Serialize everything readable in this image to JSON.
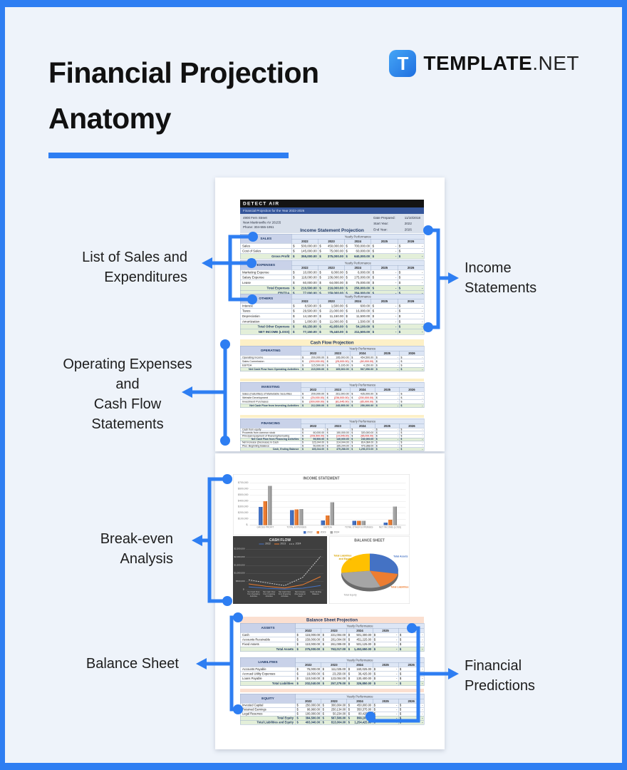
{
  "page": {
    "title_line1": "Financial Projection",
    "title_line2": "Anatomy",
    "brand": {
      "icon_letter": "T",
      "name_bold": "TEMPLATE",
      "name_light": ".NET"
    },
    "accent_color": "#2e7ef2"
  },
  "callouts": {
    "sales": {
      "lines": [
        "List of Sales and",
        "Expenditures"
      ]
    },
    "operating": {
      "lines": [
        "Operating Expenses",
        "and",
        "Cash Flow",
        "Statements"
      ]
    },
    "breakeven": {
      "lines": [
        "Break-even",
        "Analysis"
      ]
    },
    "balance": {
      "lines": [
        "Balance Sheet"
      ]
    },
    "income": {
      "lines": [
        "Income",
        "Statements"
      ]
    },
    "predictions": {
      "lines": [
        "Financial",
        "Predictions"
      ]
    }
  },
  "sheet": {
    "company": "DETECT AIR",
    "subtitle": "Financial Projection for the Year 2022-2026",
    "address_lines": [
      "4900 Fern Street",
      "New Martinsville AV 26155",
      "Phone: 304-555-1951"
    ],
    "meta_labels": [
      "Date Prepared:",
      "Start Year:",
      "End Year:"
    ],
    "meta_values": [
      "11/10/2018",
      "2022",
      "2026"
    ],
    "yearly_performance_label": "Yearly Performance",
    "years": [
      "2022",
      "2023",
      "2024",
      "2025",
      "2026"
    ],
    "income_title": "Income Statement Projection",
    "income_tables": [
      {
        "section": "SALES",
        "rows": [
          {
            "label": "Sales",
            "type": "data",
            "values": [
              "500,000.00",
              "450,000.00",
              "700,000.00",
              "-",
              "-"
            ]
          },
          {
            "label": "Cost of Sales",
            "type": "data",
            "values": [
              "145,000.00",
              "75,000.00",
              "60,000.00",
              "-",
              "-"
            ]
          },
          {
            "label": "Gross Profit",
            "type": "total",
            "values": [
              "355,000.00",
              "375,000.00",
              "640,000.00",
              "-",
              "-"
            ]
          }
        ]
      },
      {
        "section": "EXPENSES",
        "rows": [
          {
            "label": "Marketing Expense",
            "type": "data",
            "values": [
              "10,000.00",
              "6,000.00",
              "6,000.00",
              "-",
              "-"
            ]
          },
          {
            "label": "Salary Expense",
            "type": "data",
            "values": [
              "118,000.00",
              "136,000.00",
              "175,000.00",
              "-",
              "-"
            ]
          },
          {
            "label": "Lease",
            "type": "data",
            "values": [
              "60,000.00",
              "64,000.00",
              "75,000.00",
              "-",
              "-"
            ]
          },
          {
            "label": "Total Expenses",
            "type": "total",
            "values": [
              "210,500.00",
              "216,000.00",
              "256,000.00",
              "-",
              "-"
            ]
          },
          {
            "label": "EBITDA",
            "type": "total",
            "values": [
              "77,000.00",
              "159,000.00",
              "384,000.00",
              "-",
              "-"
            ]
          }
        ]
      },
      {
        "section": "OTHERS",
        "rows": [
          {
            "label": "Interest",
            "type": "data",
            "values": [
              "8,500.00",
              "1,500.00",
              "600.00",
              "-",
              "-"
            ]
          },
          {
            "label": "Taxes",
            "type": "data",
            "values": [
              "29,500.00",
              "21,000.00",
              "16,000.00",
              "-",
              "-"
            ]
          },
          {
            "label": "Depreciation",
            "type": "data",
            "values": [
              "14,150.00",
              "11,150.00",
              "11,500.00",
              "-",
              "-"
            ]
          },
          {
            "label": "Amortization",
            "type": "data",
            "values": [
              "1,000.00",
              "11,000.00",
              "1,500.00",
              "-",
              "-"
            ]
          },
          {
            "label": "Total Other Expenses",
            "type": "total",
            "values": [
              "60,150.00",
              "41,650.00",
              "54,100.00",
              "-",
              "-"
            ]
          },
          {
            "label": "NET INCOME (LOSS)",
            "type": "total",
            "values": [
              "77,150.00",
              "75,440.00",
              "211,500.00",
              "-",
              "-"
            ]
          }
        ]
      }
    ],
    "cashflow_title": "Cash Flow Projection",
    "cashflow_tables": [
      {
        "section": "OPERATING",
        "rows": [
          {
            "label": "Operating Income",
            "type": "data",
            "values": [
              "200,000.00",
              "195,000.00",
              "454,500.00",
              "-",
              "-"
            ]
          },
          {
            "label": "Sales Commission",
            "type": "data",
            "values": [
              "(200,000.00)",
              "(25,000.00)",
              "(60,000.00)",
              "-",
              "-"
            ]
          },
          {
            "label": "EBITDA",
            "type": "data",
            "values": [
              "115,500.00",
              "5,195.00",
              "4,150.00",
              "-",
              "-"
            ]
          },
          {
            "label": "Net Cash Flow from Operating Activities",
            "type": "total",
            "values": [
              "215,500.00",
              "165,060.00",
              "567,056.00",
              "-",
              "-"
            ]
          }
        ]
      },
      {
        "section": "INVESTING",
        "rows": [
          {
            "label": "Sales (maturities) of Marketable Securities",
            "type": "data",
            "values": [
              "209,000.00",
              "261,000.00",
              "435,000.00",
              "-",
              "-"
            ]
          },
          {
            "label": "Website Development",
            "type": "data",
            "values": [
              "(25,000.00)",
              "(236,000.00)",
              "(200,000.00)",
              "-",
              "-"
            ]
          },
          {
            "label": "Investment Purchases",
            "type": "data",
            "values": [
              "(200,000.00)",
              "(81,045.00)",
              "(85,000.00)",
              "-",
              "-"
            ]
          },
          {
            "label": "Net Cash Flow from Investing Activities",
            "type": "total",
            "values": [
              "212,500.00",
              "245,955.00",
              "250,000.00",
              "-",
              "-"
            ]
          }
        ]
      },
      {
        "section": "FINANCING",
        "rows": [
          {
            "label": "Cash from equity",
            "type": "data",
            "values": [
              "-",
              "-",
              "-",
              "-",
              "-"
            ]
          },
          {
            "label": "Proceeds from common stock",
            "type": "data",
            "values": [
              "60,000.00",
              "150,000.00",
              "320,000.00",
              "-",
              "-"
            ]
          },
          {
            "label": "Principal repayment of financing/borrowing",
            "type": "data",
            "values": [
              "(209,500.00)",
              "(14,045.00)",
              "(85,000.00)",
              "-",
              "-"
            ]
          },
          {
            "label": "Net Cash Flow from Financing Activities",
            "type": "total",
            "values": [
              "59,500.00",
              "140,000.00",
              "240,000.00",
              "-",
              "-"
            ]
          },
          {
            "label": "Net Increase (Decrease) in Cash",
            "type": "data",
            "values": [
              "115,244.00",
              "314,044.00",
              "814,084.00",
              "-",
              "-"
            ]
          },
          {
            "label": "Plus: Beginning Balance",
            "type": "data",
            "values": [
              "50,000.00",
              "165,244.00",
              "479,288.00",
              "-",
              "-"
            ]
          },
          {
            "label": "Cash, Ending Balance",
            "type": "total",
            "values": [
              "165,244.00",
              "479,288.00",
              "1,293,372.00",
              "-",
              "-"
            ]
          }
        ]
      }
    ],
    "balance_title": "Balance Sheet  Projection",
    "balance_tables": [
      {
        "section": "ASSETS",
        "rows": [
          {
            "label": "Cash",
            "type": "data",
            "values": [
              "115,000.00",
              "221,004.00",
              "501,300.00",
              "-",
              "-"
            ]
          },
          {
            "label": "Accounts Receivable",
            "type": "data",
            "values": [
              "150,000.00",
              "281,004.00",
              "451,225.00",
              "-",
              "-"
            ]
          },
          {
            "label": "Fixed Assets",
            "type": "data",
            "values": [
              "110,000.00",
              "261,009.00",
              "501,125.00",
              "-",
              "-"
            ]
          },
          {
            "label": "Total Assets",
            "type": "total",
            "values": [
              "375,000.00",
              "763,017.00",
              "1,453,650.00",
              "-",
              "-"
            ]
          }
        ]
      },
      {
        "section": "LIABILITIES",
        "rows": [
          {
            "label": "Accounts Payable",
            "type": "data",
            "values": [
              "76,000.00",
              "111,025.00",
              "160,025.00",
              "-",
              "-"
            ]
          },
          {
            "label": "Accrued Utility Expenses",
            "type": "data",
            "values": [
              "16,000.00",
              "23,250.00",
              "36,425.00",
              "-",
              "-"
            ]
          },
          {
            "label": "Loans Payable",
            "type": "data",
            "values": [
              "110,040.00",
              "123,004.00",
              "130,400.00",
              "-",
              "-"
            ]
          },
          {
            "label": "Total Liabilities",
            "type": "total",
            "values": [
              "202,040.00",
              "257,279.00",
              "326,850.00",
              "-",
              "-"
            ]
          }
        ]
      },
      {
        "section": "EQUITY",
        "rows": [
          {
            "label": "Invested Capital",
            "type": "data",
            "values": [
              "250,000.00",
              "300,004.00",
              "450,000.00",
              "-",
              "-"
            ]
          },
          {
            "label": "Retained Earnings",
            "type": "data",
            "values": [
              "98,960.00",
              "250,134.00",
              "350,375.00",
              "-",
              "-"
            ]
          },
          {
            "label": "Legal Reserves",
            "type": "data",
            "values": [
              "100,000.00",
              "50,234.00",
              "80,425.00",
              "-",
              "-"
            ]
          },
          {
            "label": "Total Equity",
            "type": "total",
            "values": [
              "384,500.00",
              "567,506.00",
              "899,105.00",
              "-",
              "-"
            ]
          },
          {
            "label": "Total Liabilities and Equity",
            "type": "total",
            "values": [
              "403,040.00",
              "813,004.00",
              "1,254,425.00",
              "-",
              "-"
            ]
          }
        ]
      }
    ]
  },
  "chart_data": [
    {
      "type": "bar",
      "title": "INCOME STATEMENT",
      "categories": [
        "GROSS PROFIT",
        "TOTAL EXPENSES",
        "EBITDA",
        "TOTAL OTHER EXPENSES",
        "NET INCOME (LOSS)"
      ],
      "series": [
        {
          "name": "2022",
          "color": "#4472c4",
          "values": [
            300000,
            250000,
            80000,
            70000,
            40000
          ]
        },
        {
          "name": "2023",
          "color": "#ed7d31",
          "values": [
            400000,
            260000,
            160000,
            70000,
            90000
          ]
        },
        {
          "name": "2024",
          "color": "#a5a5a5",
          "values": [
            650000,
            270000,
            380000,
            70000,
            310000
          ]
        }
      ],
      "ylim": [
        0,
        700000
      ],
      "ytick_labels": [
        "$700,000",
        "$600,000",
        "$500,000",
        "$400,000",
        "$300,000",
        "$200,000",
        "$100,000",
        "$-"
      ],
      "grid": true,
      "legend_position": "bottom"
    },
    {
      "type": "line",
      "title": "CASH FLOW",
      "background": "#3f3f3f",
      "categories": [
        "Net Cash Flow from Operating Activities",
        "Net Cash Flow from Investing Activities",
        "Net Cash Flow from Financing Activities",
        "Net Increase (Decrease) in Cash",
        "Cash, Ending Balance"
      ],
      "series": [
        {
          "name": "2022",
          "color": "#4472c4",
          "dashed": false,
          "values": [
            165000,
            80000,
            40000,
            90000,
            250000
          ]
        },
        {
          "name": "2023",
          "color": "#ed7d31",
          "dashed": false,
          "values": [
            350000,
            200000,
            100000,
            300000,
            800000
          ]
        },
        {
          "name": "2024",
          "color": "#c9c9c9",
          "dashed": true,
          "values": [
            600000,
            420000,
            250000,
            750000,
            2050000
          ]
        }
      ],
      "ylim": [
        0,
        2500000
      ],
      "ytick_labels": [
        "$2,500,000",
        "$2,000,000",
        "$1,500,000",
        "$1,000,000",
        "$500,000",
        "$-"
      ],
      "grid": true,
      "legend_position": "top"
    },
    {
      "type": "pie",
      "title": "BALANCE SHEET",
      "labels": [
        "Total Assets",
        "Total Liabilities",
        "Total Equity",
        "Total Liabilities and Equity"
      ],
      "values": [
        28,
        16,
        29,
        27
      ],
      "colors": [
        "#4472c4",
        "#ed7d31",
        "#a5a5a5",
        "#ffc000"
      ],
      "label_colors": [
        "#4472c4",
        "#ed7d31",
        "#8a8a8a",
        "#d9a400"
      ]
    }
  ]
}
